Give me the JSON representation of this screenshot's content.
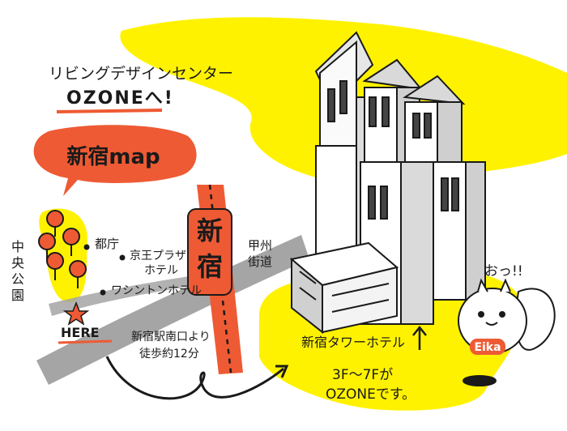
{
  "header": {
    "line1": "リビングデザインセンター",
    "line2": "OZONEへ!"
  },
  "bubble": {
    "label": "新宿map"
  },
  "station": {
    "char1": "新",
    "char2": "宿"
  },
  "road": {
    "line1": "甲州",
    "line2": "街道"
  },
  "park": {
    "chars": [
      "中",
      "央",
      "公",
      "園"
    ]
  },
  "landmarks": {
    "tocho": "都庁",
    "keio_line1": "京王プラザ",
    "keio_line2": "ホテル",
    "washington": "ワシントンホテル"
  },
  "here": {
    "label": "HERE"
  },
  "route": {
    "line1": "新宿駅南口より",
    "line2": "徒歩約12分"
  },
  "destination": {
    "hotel": "新宿タワーホテル",
    "floors_line1": "3F〜7Fが",
    "floors_line2": "OZONEです。"
  },
  "mascot": {
    "name": "Eika",
    "speech": "おっ!!"
  },
  "colors": {
    "yellow": "#fff200",
    "orange": "#ee5a34",
    "gray": "#a5a5a5",
    "ink": "#1a1a1a"
  },
  "icons": [
    "star-icon",
    "tree-icon",
    "arrow-up-icon",
    "squirrel-mascot"
  ]
}
